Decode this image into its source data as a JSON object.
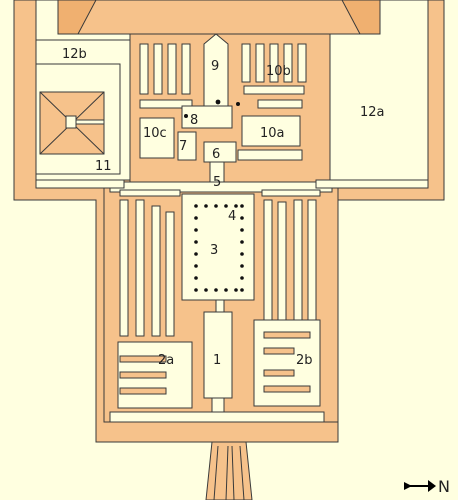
{
  "labels": {
    "room1": "1",
    "room2a": "2a",
    "room2b": "2b",
    "room3": "3",
    "room4": "4",
    "room5": "5",
    "room6": "6",
    "room7": "7",
    "room8": "8",
    "room9": "9",
    "room10a": "10a",
    "room10b": "10b",
    "room10c": "10c",
    "room11": "11",
    "room12a": "12a",
    "room12b": "12b"
  },
  "compass": {
    "label": "N",
    "icon": "north-arrow-icon"
  },
  "colors": {
    "wall": "#f6c28b",
    "floor": "#ffffe0",
    "outline": "#3a3a3a"
  }
}
